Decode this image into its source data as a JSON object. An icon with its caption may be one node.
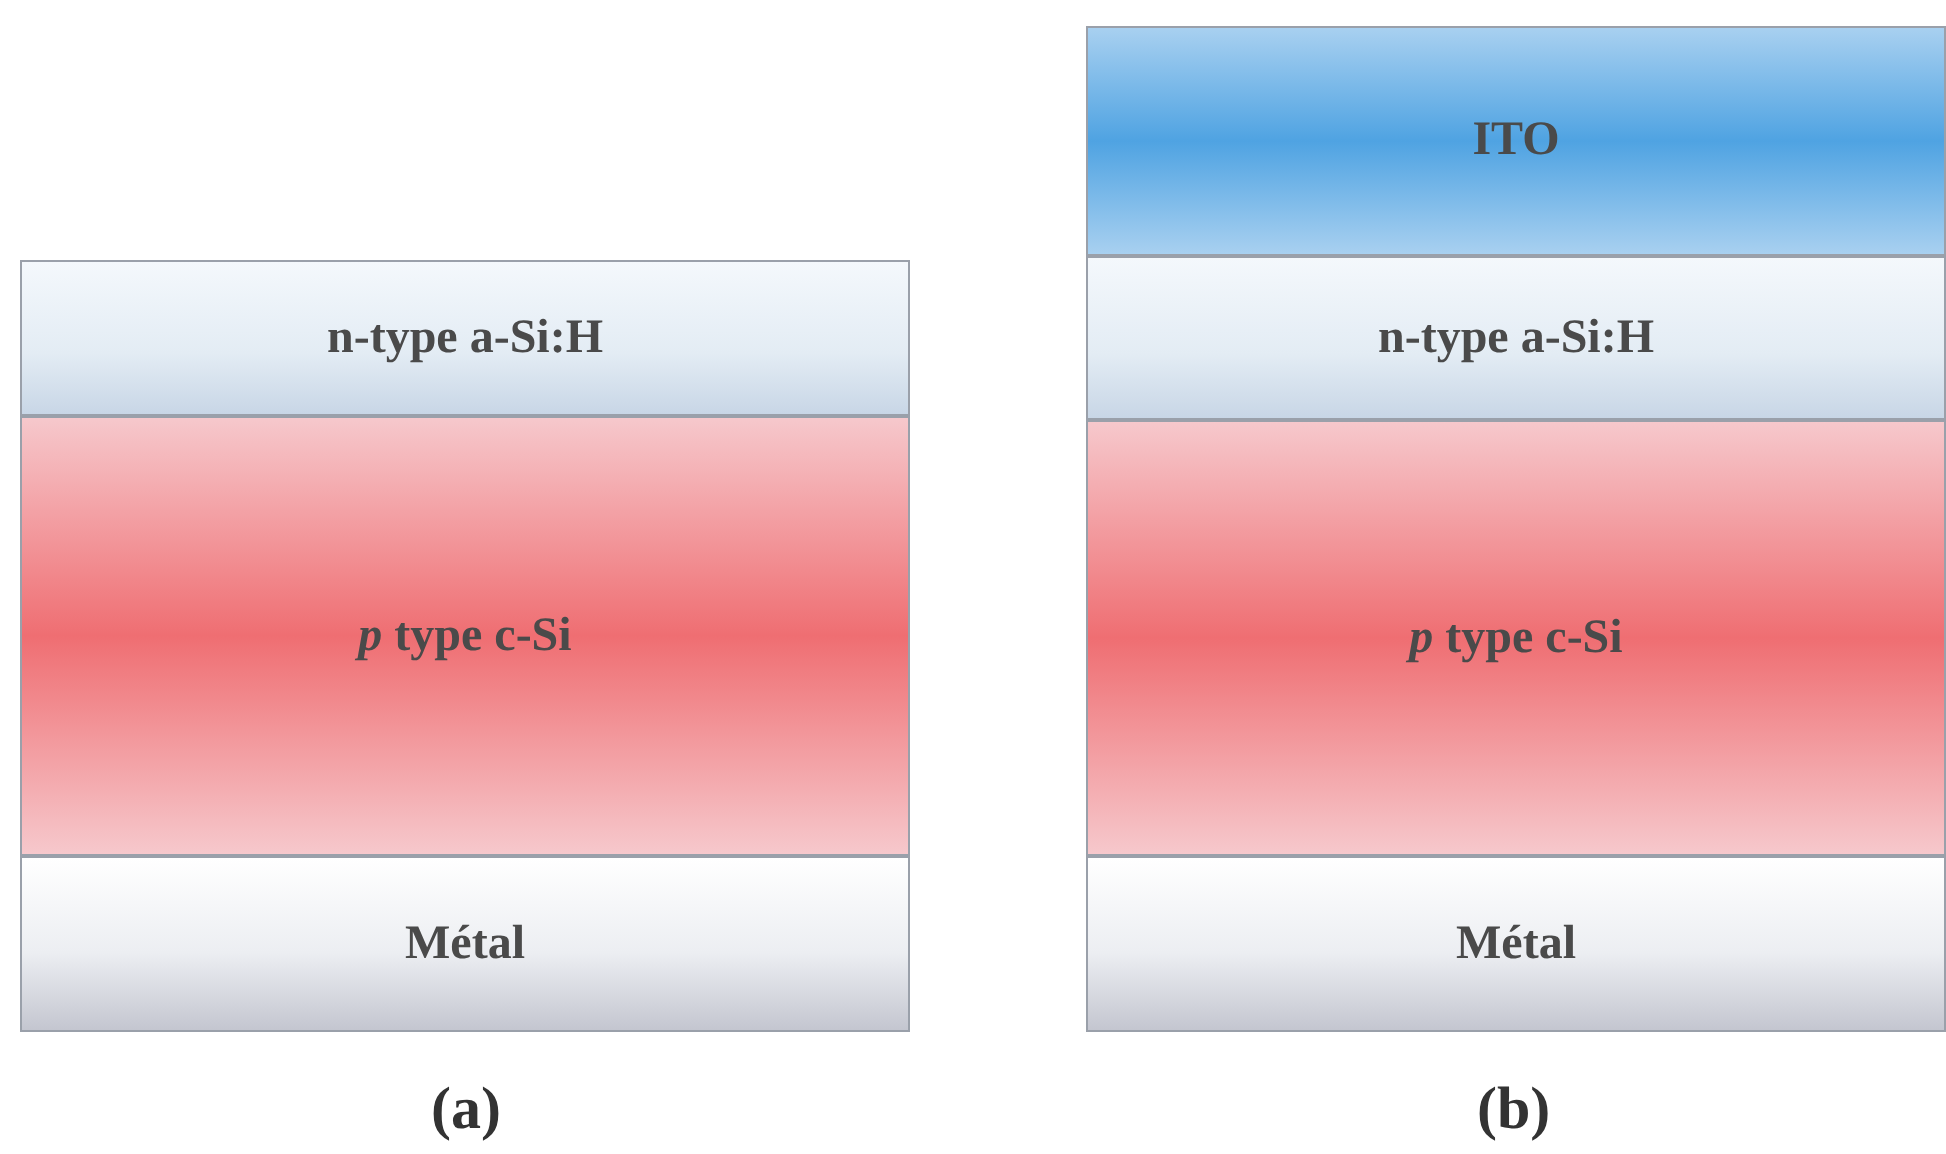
{
  "diagram": {
    "nodes": [
      {
        "text": [
          "n-type a-Si:H"
        ]
      },
      {
        "text": [
          "*p* type c-Si"
        ]
      },
      {
        "text": [
          "Métal"
        ]
      },
      {
        "text": [
          "ITO"
        ]
      },
      {
        "text": [
          "n-type a-Si:H"
        ]
      },
      {
        "text": [
          "*p* type c-Si"
        ]
      },
      {
        "text": [
          "Métal"
        ]
      }
    ],
    "edges": [],
    "labels": [
      "(a)",
      "(b)"
    ]
  }
}
